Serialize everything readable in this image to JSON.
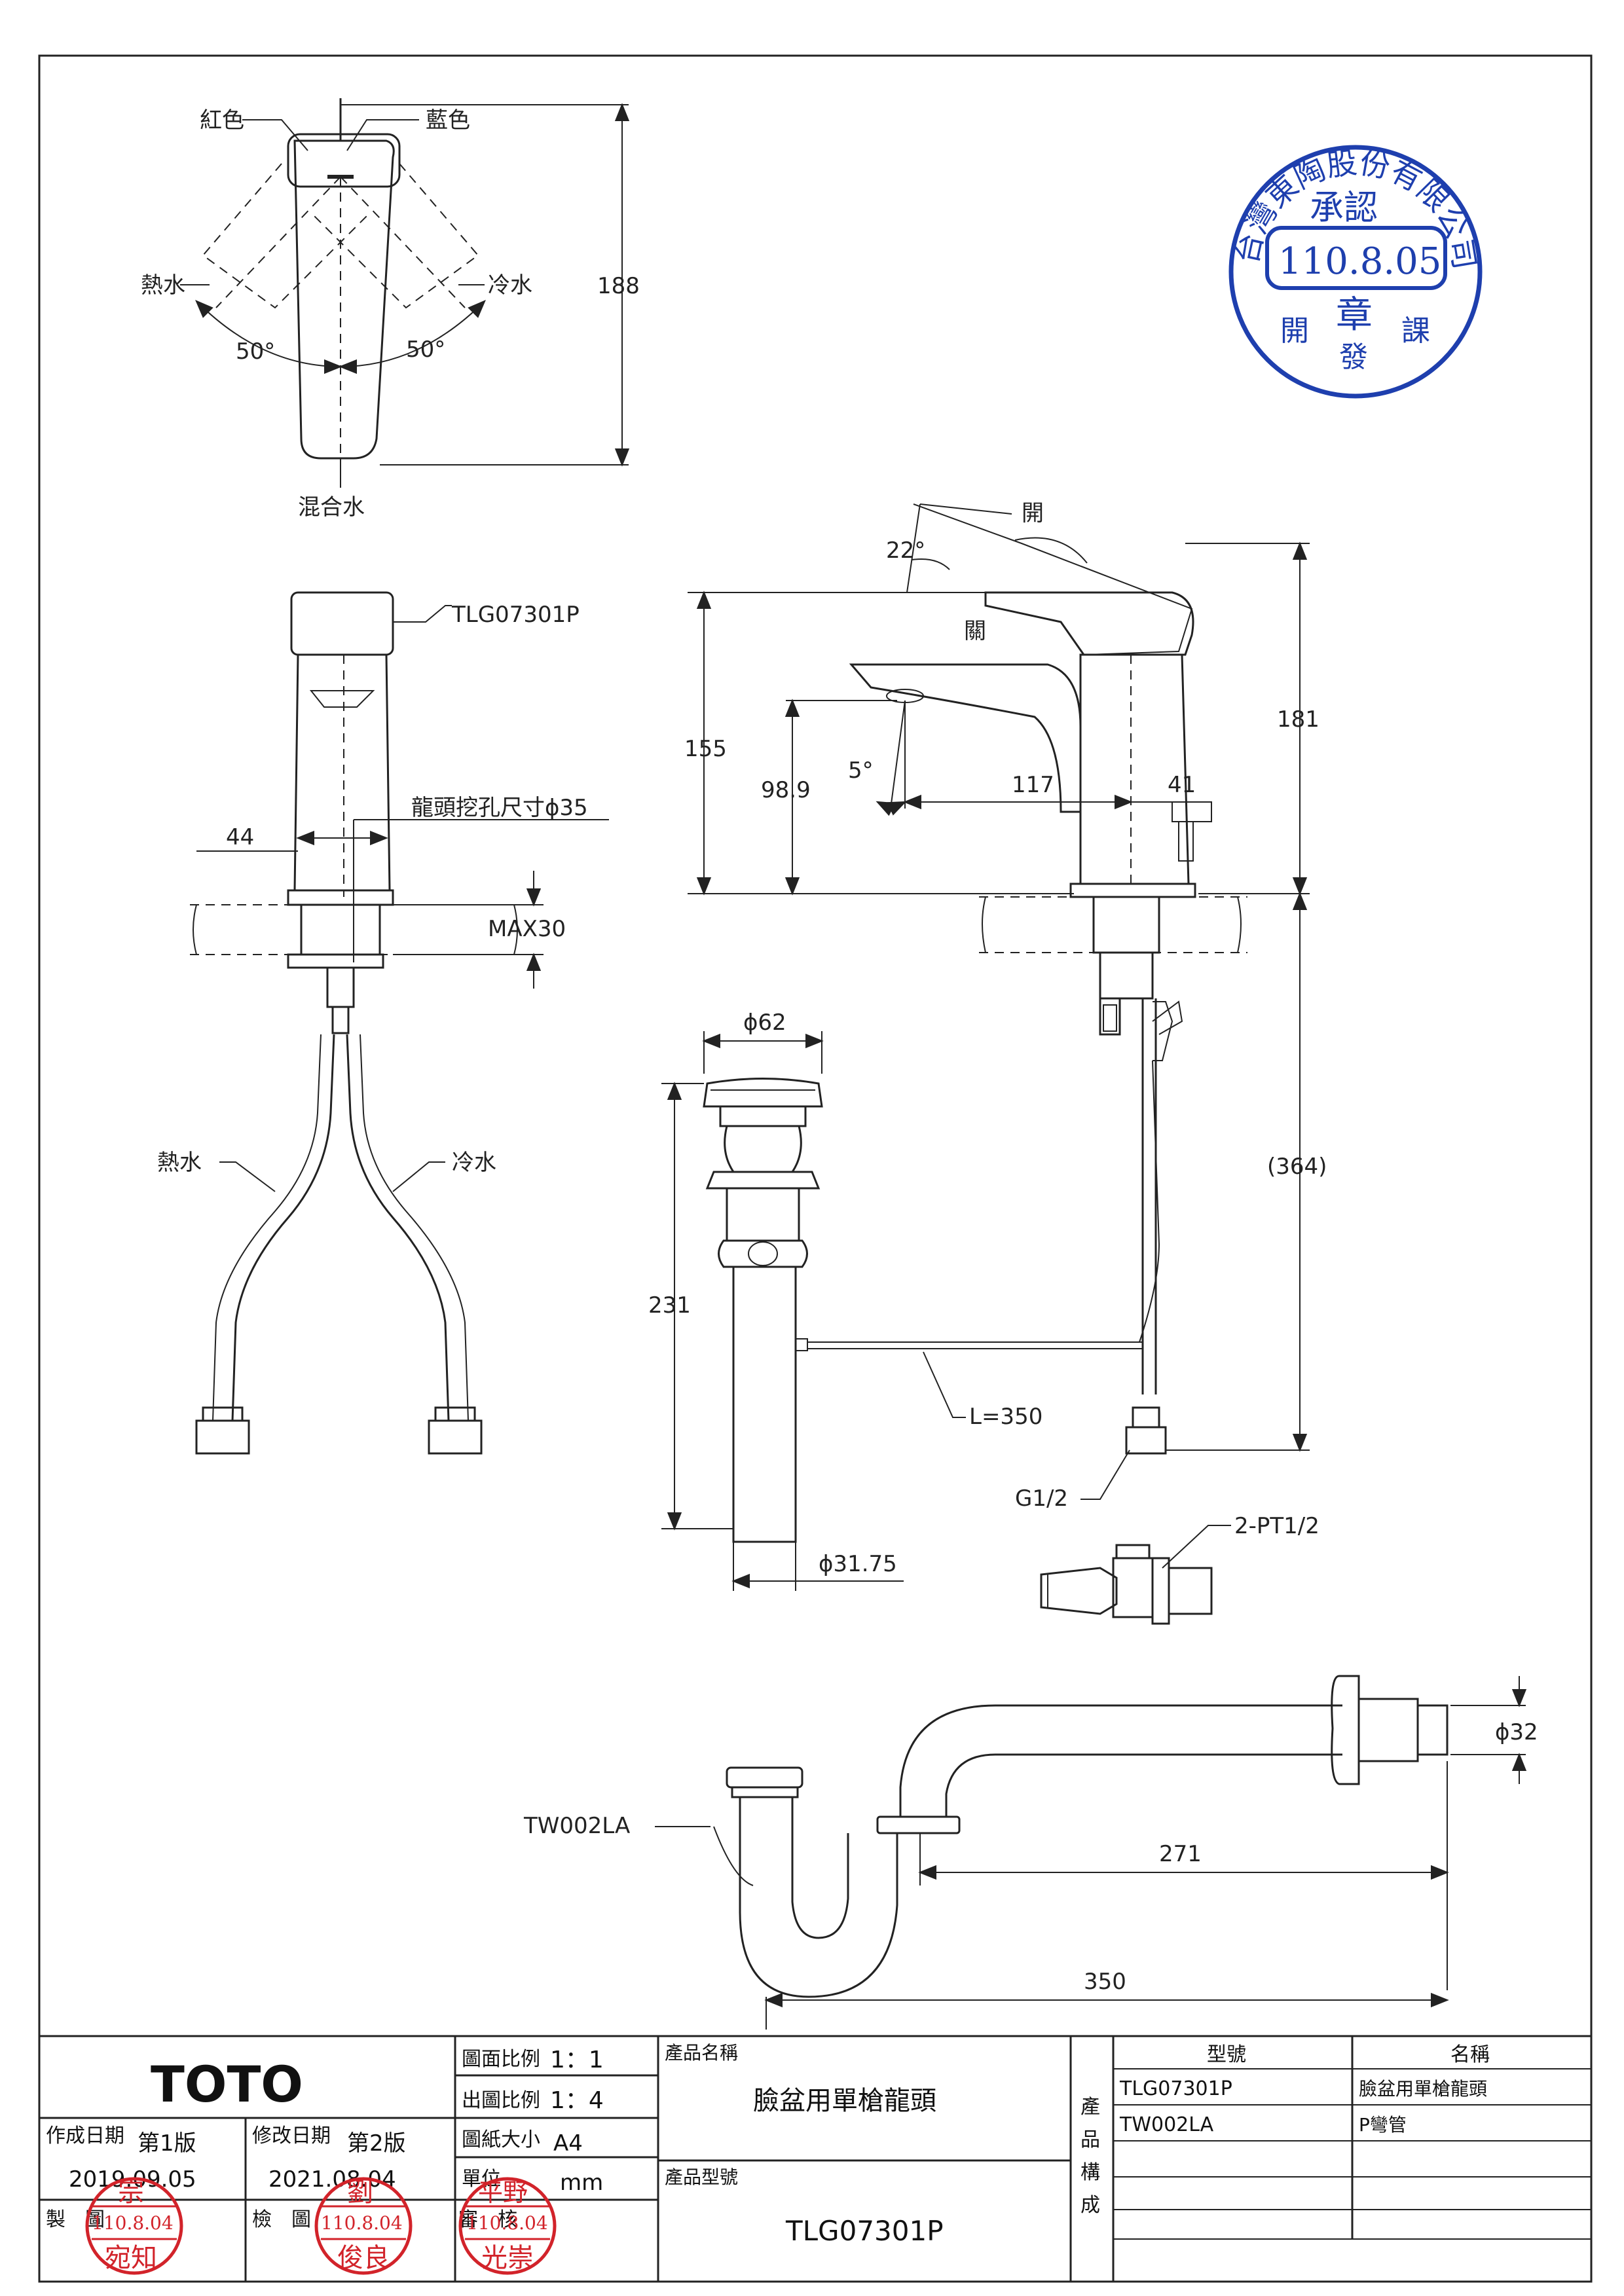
{
  "top_view": {
    "red": "紅色",
    "blue": "藍色",
    "hot": "熱水",
    "cold": "冷水",
    "angle_left": "50°",
    "angle_right": "50°",
    "mixed": "混合水",
    "height": "188"
  },
  "front_view": {
    "model_label": "TLG07301P",
    "width": "44",
    "hole_size": "龍頭挖孔尺寸ϕ35",
    "max_thickness": "MAX30",
    "hot": "熱水",
    "cold": "冷水"
  },
  "side_view": {
    "open_top": "開",
    "angle_lever": "22°",
    "open_mid": "關",
    "height_total": "155",
    "height_spout": "98.9",
    "angle_spout": "5°",
    "reach": "117",
    "base_depth": "41",
    "height_lever": "181",
    "height_below": "(364)"
  },
  "drain": {
    "cap_dia": "ϕ62",
    "length": "231",
    "rod_length": "L=350",
    "pipe_dia": "ϕ31.75",
    "thread": "G1/2",
    "valve_thread": "2-PT1/2"
  },
  "trap": {
    "model_label": "TW002LA",
    "outlet_dia": "ϕ32",
    "horizontal": "271",
    "overall": "350"
  },
  "stamp_blue": {
    "company": "台灣東陶股份有限公司",
    "approved": "承認",
    "date": "110.8.05",
    "seal": "章",
    "dept_left": "開",
    "dept_mid": "發",
    "dept_right": "課"
  },
  "title_block": {
    "brand": "TOTO",
    "scale_drawing_label": "圖面比例",
    "scale_drawing": "1：1",
    "scale_print_label": "出圖比例",
    "scale_print": "1：4",
    "paper_label": "圖紙大小",
    "paper": "A4",
    "unit_label": "單位",
    "unit": "mm",
    "created_label": "作成日期",
    "version1": "第1版",
    "created_date": "2019.09.05",
    "revised_label": "修改日期",
    "version2": "第2版",
    "revised_date": "2021.08.04",
    "drawn_label": "製　圖",
    "checked_label": "檢　圖",
    "reviewed_label": "審　核",
    "product_name_label": "產品名稱",
    "product_name": "臉盆用單槍龍頭",
    "product_model_label": "產品型號",
    "product_model": "TLG07301P",
    "composition_label": [
      "產",
      "品",
      "構",
      "成"
    ],
    "comp_header_model": "型號",
    "comp_header_name": "名稱",
    "components": [
      {
        "model": "TLG07301P",
        "name": "臉盆用單槍龍頭"
      },
      {
        "model": "TW002LA",
        "name": "P彎管"
      }
    ]
  },
  "stamps_red": [
    {
      "top": "宗",
      "date": "110.8.04",
      "name": "宛知"
    },
    {
      "top": "劉",
      "date": "110.8.04",
      "name": "俊良"
    },
    {
      "top": "平野",
      "date": "110.8.04",
      "name": "光崇"
    }
  ],
  "colors": {
    "line": "#222222",
    "stamp_blue": "#1e3fae",
    "stamp_red": "#d2232a"
  }
}
